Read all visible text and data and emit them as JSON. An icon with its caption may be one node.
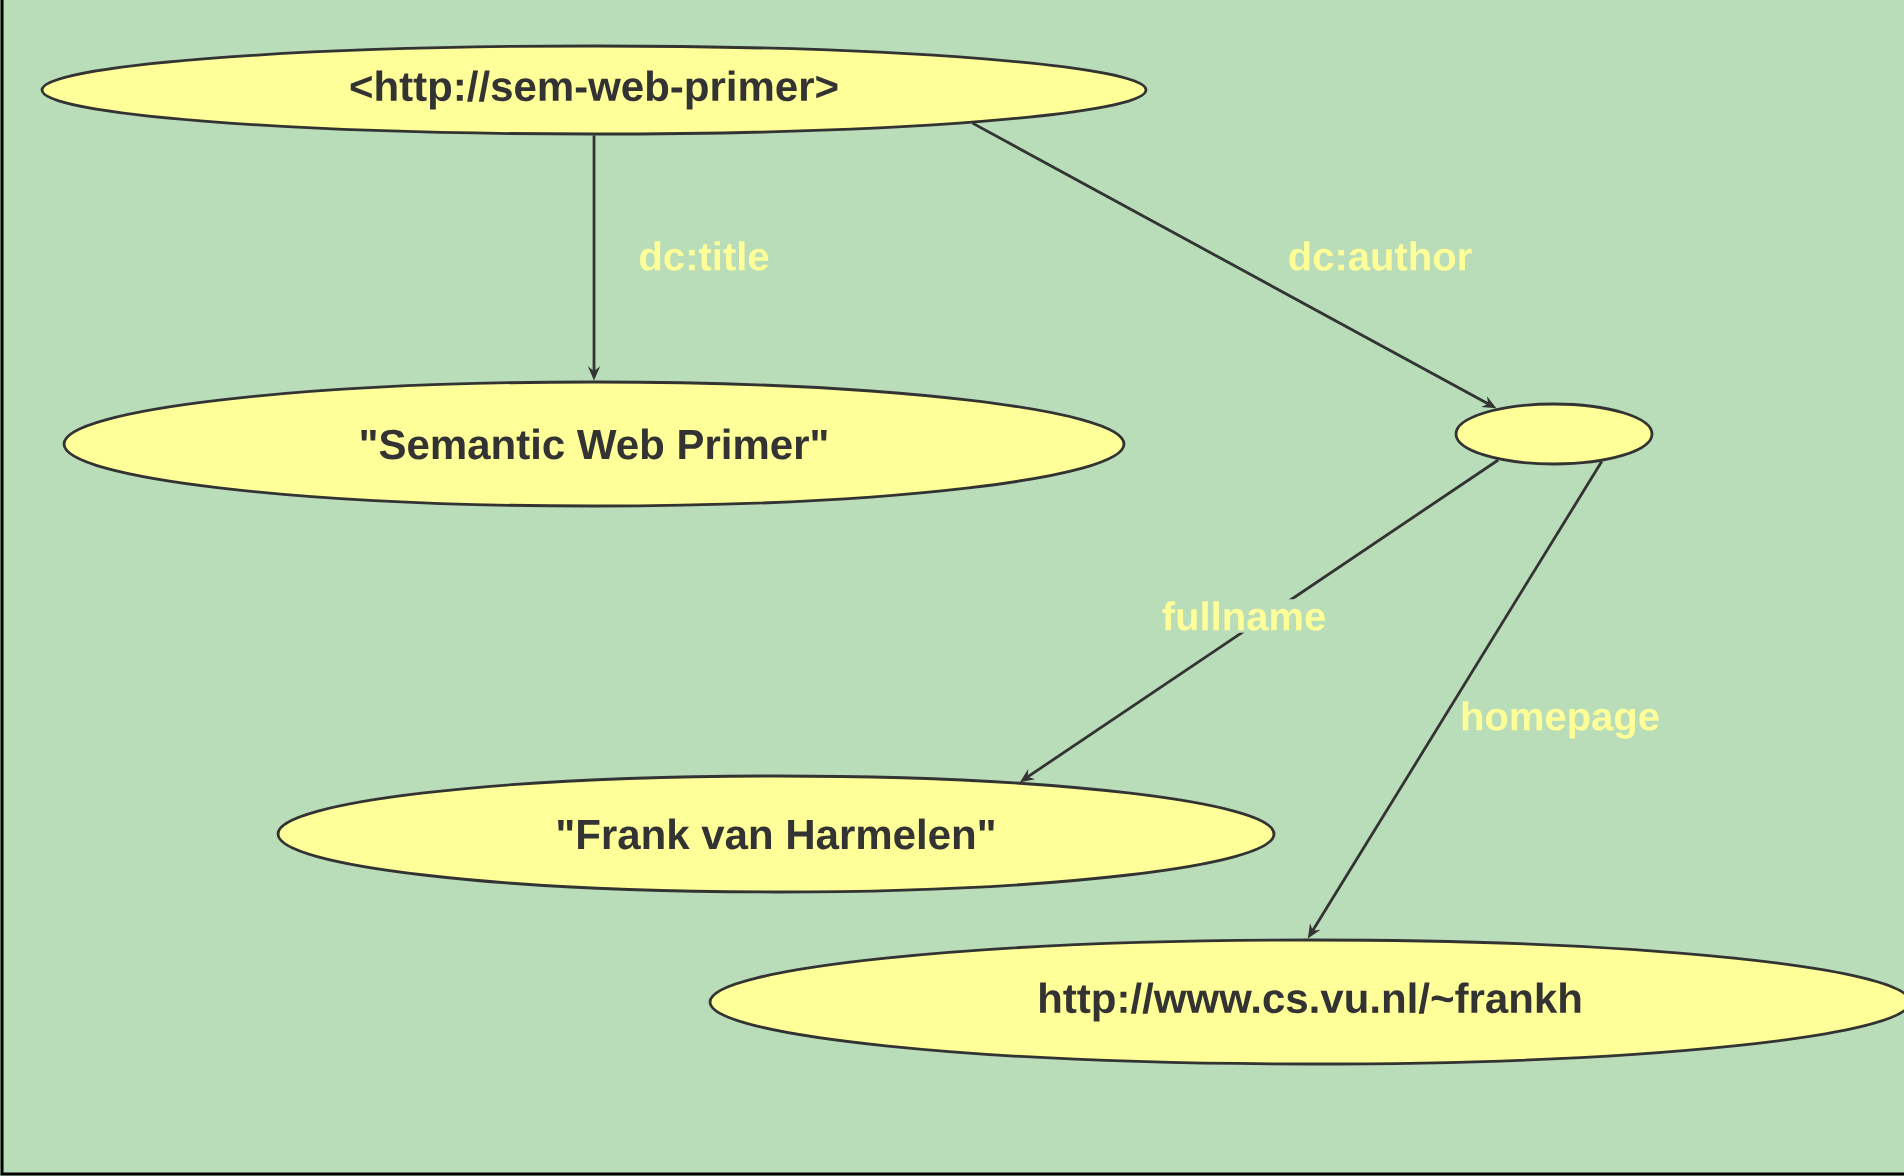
{
  "diagram": {
    "nodes": [
      {
        "text": [
          "<http://sem-web-primer>"
        ]
      },
      {
        "text": [
          "\"Semantic Web Primer\""
        ]
      },
      {
        "text": [],
        "shape": "ellipse"
      },
      {
        "text": [
          "\"Frank van Harmelen\""
        ]
      },
      {
        "text": [
          "http://www.cs.vu.nl/~frankh"
        ]
      }
    ],
    "edges": [
      {
        "from": 0,
        "to": 1,
        "arrow": "to",
        "label": "dc:title"
      },
      {
        "from": 0,
        "to": 2,
        "arrow": "to",
        "label": "dc:author"
      },
      {
        "from": 2,
        "to": 3,
        "arrow": "to",
        "label": "fullname"
      },
      {
        "from": 2,
        "to": 4,
        "arrow": "to",
        "label": "homepage"
      }
    ]
  }
}
